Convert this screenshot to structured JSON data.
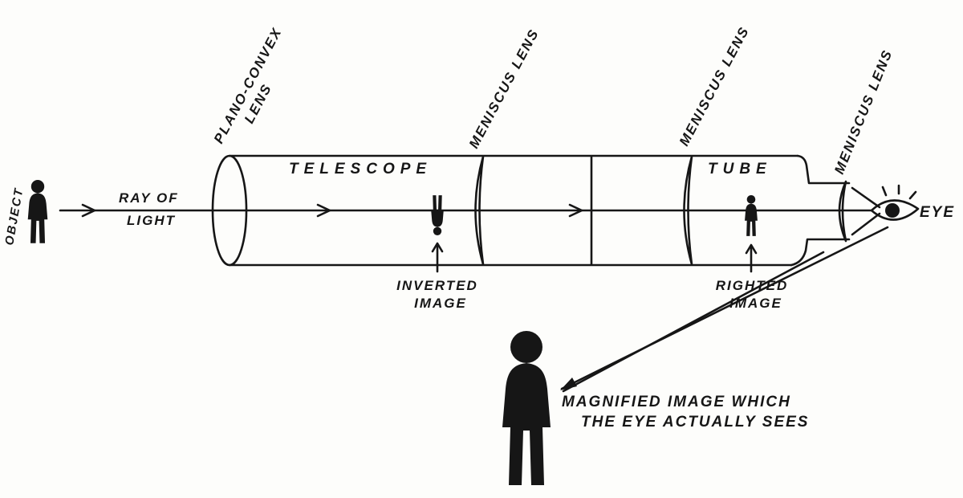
{
  "labels": {
    "object": "OBJECT",
    "ray_line1": "RAY OF",
    "ray_line2": "LIGHT",
    "lens1_line1": "PLANO-CONVEX",
    "lens1_line2": "LENS",
    "telescope": "TELESCOPE",
    "tube": "TUBE",
    "meniscus_1": "MENISCUS LENS",
    "meniscus_2": "MENISCUS LENS",
    "meniscus_3": "MENISCUS LENS",
    "inverted_line1": "INVERTED",
    "inverted_line2": "IMAGE",
    "righted_line1": "RIGHTED",
    "righted_line2": "IMAGE",
    "eye": "EYE",
    "magnified_line1": "MAGNIFIED IMAGE WHICH",
    "magnified_line2": "THE EYE ACTUALLY SEES"
  },
  "colors": {
    "ink": "#161616",
    "background": "#fdfdfb"
  }
}
